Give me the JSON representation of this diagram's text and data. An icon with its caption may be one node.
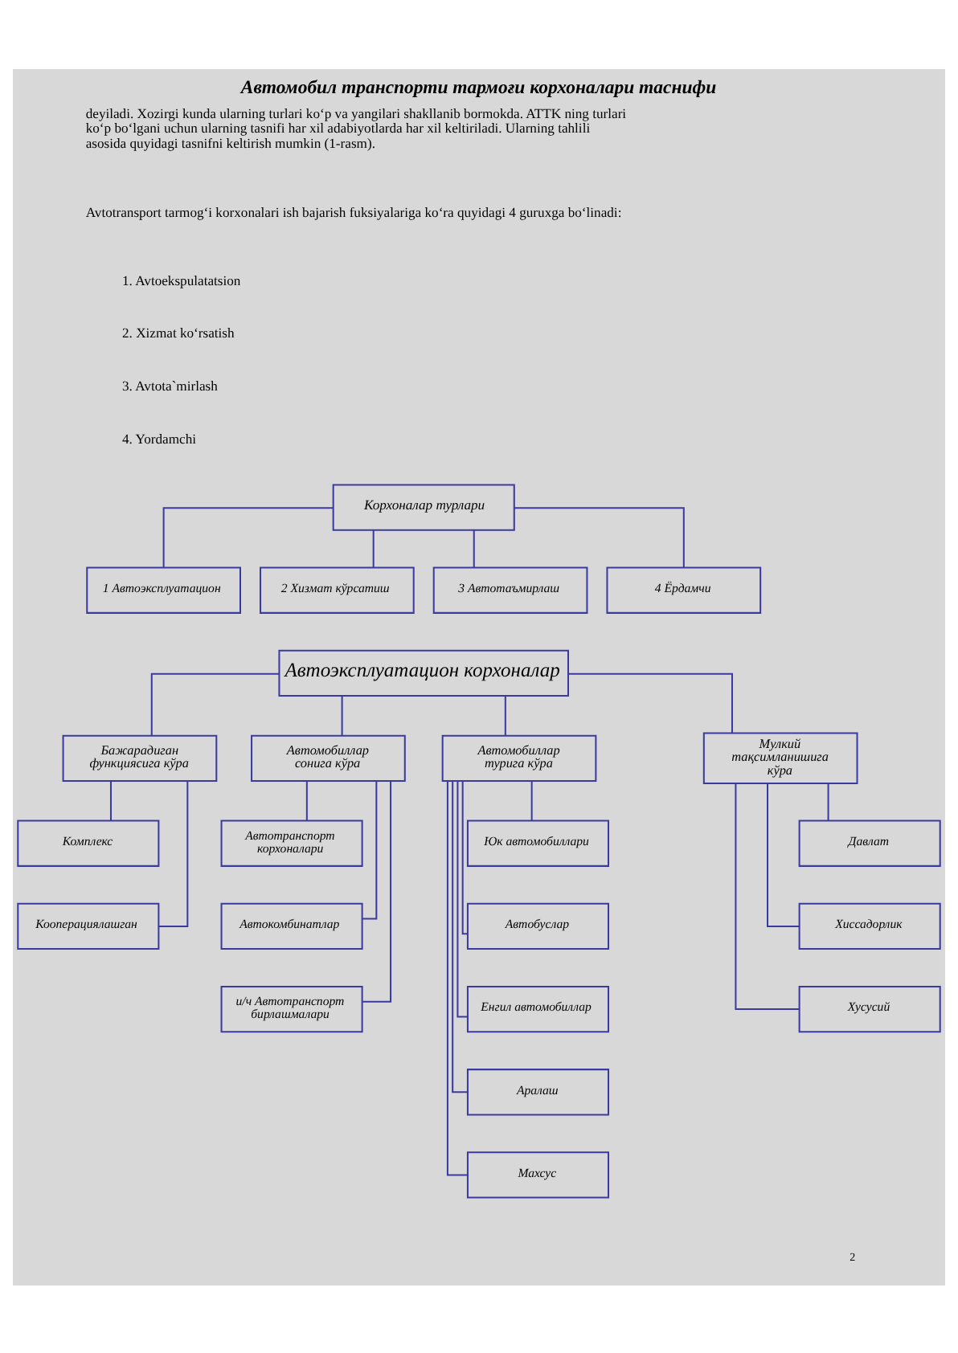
{
  "diagram": {
    "title": "Автомобил транспорти тармоғи корхоналари таснифи",
    "nodes": [
      {
        "text": [
          "Корхоналар турлари"
        ]
      },
      {
        "text": [
          "1 Автоэксплуатацион"
        ]
      },
      {
        "text": [
          "2 Хизмат кўрсатиш"
        ]
      },
      {
        "text": [
          "3 Автотаъмирлаш"
        ]
      },
      {
        "text": [
          "4 Ёрдамчи"
        ]
      },
      {
        "text": [
          "Автоэксплуатацион корхоналар"
        ]
      },
      {
        "text": [
          "Бажарадиган функциясига кўра"
        ]
      },
      {
        "text": [
          "Автомобиллар сонига кўра"
        ]
      },
      {
        "text": [
          "Автомобиллар турига кўра"
        ]
      },
      {
        "text": [
          "Мулкий тақсимланишига кўра"
        ]
      },
      {
        "text": [
          "Комплекс"
        ]
      },
      {
        "text": [
          "Кооперациялашган"
        ]
      },
      {
        "text": [
          "Автотранспорт корхоналари"
        ]
      },
      {
        "text": [
          "Автокомбинатлар"
        ]
      },
      {
        "text": [
          "и/ч Автотранспорт бирлашмалари"
        ]
      },
      {
        "text": [
          "Юк автомобиллари"
        ]
      },
      {
        "text": [
          "Автобуслар"
        ]
      },
      {
        "text": [
          "Енгил автомобиллар"
        ]
      },
      {
        "text": [
          "Аралаш"
        ]
      },
      {
        "text": [
          "Махсус"
        ]
      },
      {
        "text": [
          "Давлат"
        ]
      },
      {
        "text": [
          "Хиссадорлик"
        ]
      },
      {
        "text": [
          "Хусусий"
        ]
      }
    ],
    "edges": [
      {
        "from": 0,
        "to": 1,
        "arrow": "none"
      },
      {
        "from": 0,
        "to": 2,
        "arrow": "none"
      },
      {
        "from": 0,
        "to": 3,
        "arrow": "none"
      },
      {
        "from": 0,
        "to": 4,
        "arrow": "none"
      },
      {
        "from": 5,
        "to": 6,
        "arrow": "none"
      },
      {
        "from": 5,
        "to": 7,
        "arrow": "none"
      },
      {
        "from": 5,
        "to": 8,
        "arrow": "none"
      },
      {
        "from": 5,
        "to": 9,
        "arrow": "none"
      },
      {
        "from": 6,
        "to": 10,
        "arrow": "none"
      },
      {
        "from": 6,
        "to": 11,
        "arrow": "none"
      },
      {
        "from": 7,
        "to": 12,
        "arrow": "none"
      },
      {
        "from": 7,
        "to": 13,
        "arrow": "none"
      },
      {
        "from": 7,
        "to": 14,
        "arrow": "none"
      },
      {
        "from": 8,
        "to": 15,
        "arrow": "none"
      },
      {
        "from": 8,
        "to": 16,
        "arrow": "none"
      },
      {
        "from": 8,
        "to": 17,
        "arrow": "none"
      },
      {
        "from": 8,
        "to": 18,
        "arrow": "none"
      },
      {
        "from": 8,
        "to": 19,
        "arrow": "none"
      },
      {
        "from": 9,
        "to": 20,
        "arrow": "none"
      },
      {
        "from": 9,
        "to": 21,
        "arrow": "none"
      },
      {
        "from": 9,
        "to": 22,
        "arrow": "none"
      }
    ],
    "labels": [
      "deyiladi. Xozirgi kunda ularning turlari ko‘p va yangilari shakllanib bormokda. ATTK ning turlari ko‘p bo‘lgani uchun ularning tasnifi har xil adabiyotlarda har xil keltiriladi. Ularning tahlili asosida quyidagi tasnifni keltirish mumkin (1-rasm).",
      "Avtotransport tarmog‘i korxonalari ish bajarish fuksiyalariga ko‘ra quyidagi 4 guruxga bo‘linadi:",
      "1. Avtoekspulatatsion",
      "2. Xizmat ko‘rsatish",
      "3. Avtota`mirlash",
      "4. Yordamchi",
      "2"
    ]
  }
}
